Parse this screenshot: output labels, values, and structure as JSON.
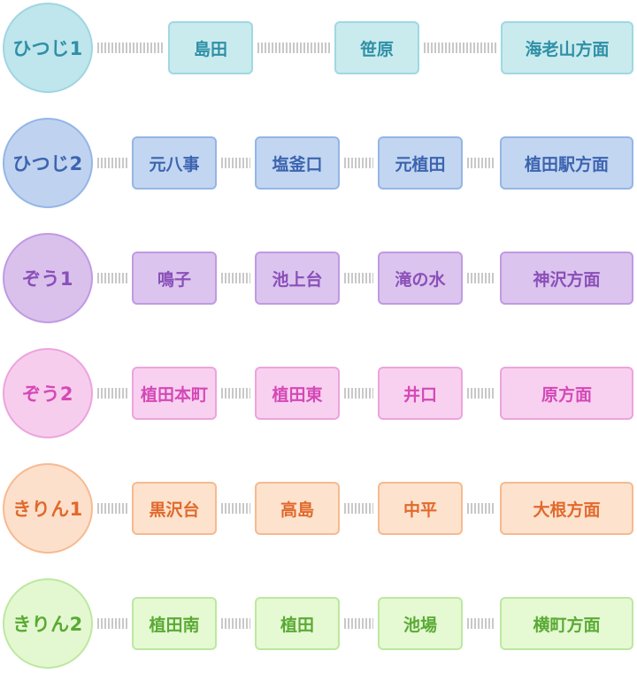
{
  "routes": [
    {
      "name": "ひつじ1",
      "stops": [
        "島田",
        "笹原",
        "海老山方面"
      ],
      "colors": {
        "circle_bg": "#bfe6ec",
        "circle_border": "#9fd6e2",
        "box_bg": "#c9ebee",
        "box_border": "#9fd8e2",
        "text": "#2f8fa6"
      }
    },
    {
      "name": "ひつじ2",
      "stops": [
        "元八事",
        "塩釜口",
        "元植田",
        "植田駅方面"
      ],
      "colors": {
        "circle_bg": "#bfd3f0",
        "circle_border": "#94b6e6",
        "box_bg": "#c2d6f1",
        "box_border": "#94b6e6",
        "text": "#3d64b0"
      }
    },
    {
      "name": "ぞう1",
      "stops": [
        "鳴子",
        "池上台",
        "滝の水",
        "神沢方面"
      ],
      "colors": {
        "circle_bg": "#d9c1ec",
        "circle_border": "#c09ae2",
        "box_bg": "#dbc4ee",
        "box_border": "#c09ae2",
        "text": "#8a4fb8"
      }
    },
    {
      "name": "ぞう2",
      "stops": [
        "植田本町",
        "植田東",
        "井口",
        "原方面"
      ],
      "colors": {
        "circle_bg": "#f7cdee",
        "circle_border": "#eca4dd",
        "box_bg": "#f8d1f0",
        "box_border": "#eca4dd",
        "text": "#d449b6"
      }
    },
    {
      "name": "きりん1",
      "stops": [
        "黒沢台",
        "高島",
        "中平",
        "大根方面"
      ],
      "colors": {
        "circle_bg": "#fde0cc",
        "circle_border": "#f6ba90",
        "box_bg": "#fde2ce",
        "box_border": "#f6ba90",
        "text": "#e06a2c"
      }
    },
    {
      "name": "きりん2",
      "stops": [
        "植田南",
        "植田",
        "池場",
        "横町方面"
      ],
      "colors": {
        "circle_bg": "#e3f8d1",
        "circle_border": "#bde8a0",
        "box_bg": "#e5f9d3",
        "box_border": "#bde8a0",
        "text": "#5aaa34"
      }
    }
  ]
}
